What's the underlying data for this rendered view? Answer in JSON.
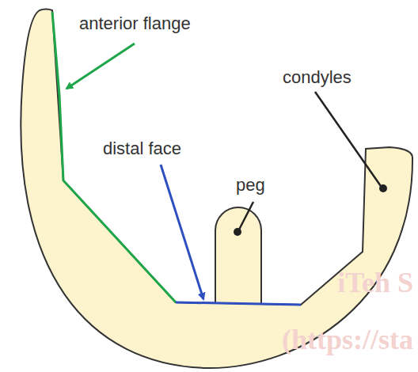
{
  "diagram": {
    "labels": [
      "anterior flange",
      "condyles",
      "distal face",
      "peg",
      "iTeh S",
      "(https://sta"
    ]
  }
}
